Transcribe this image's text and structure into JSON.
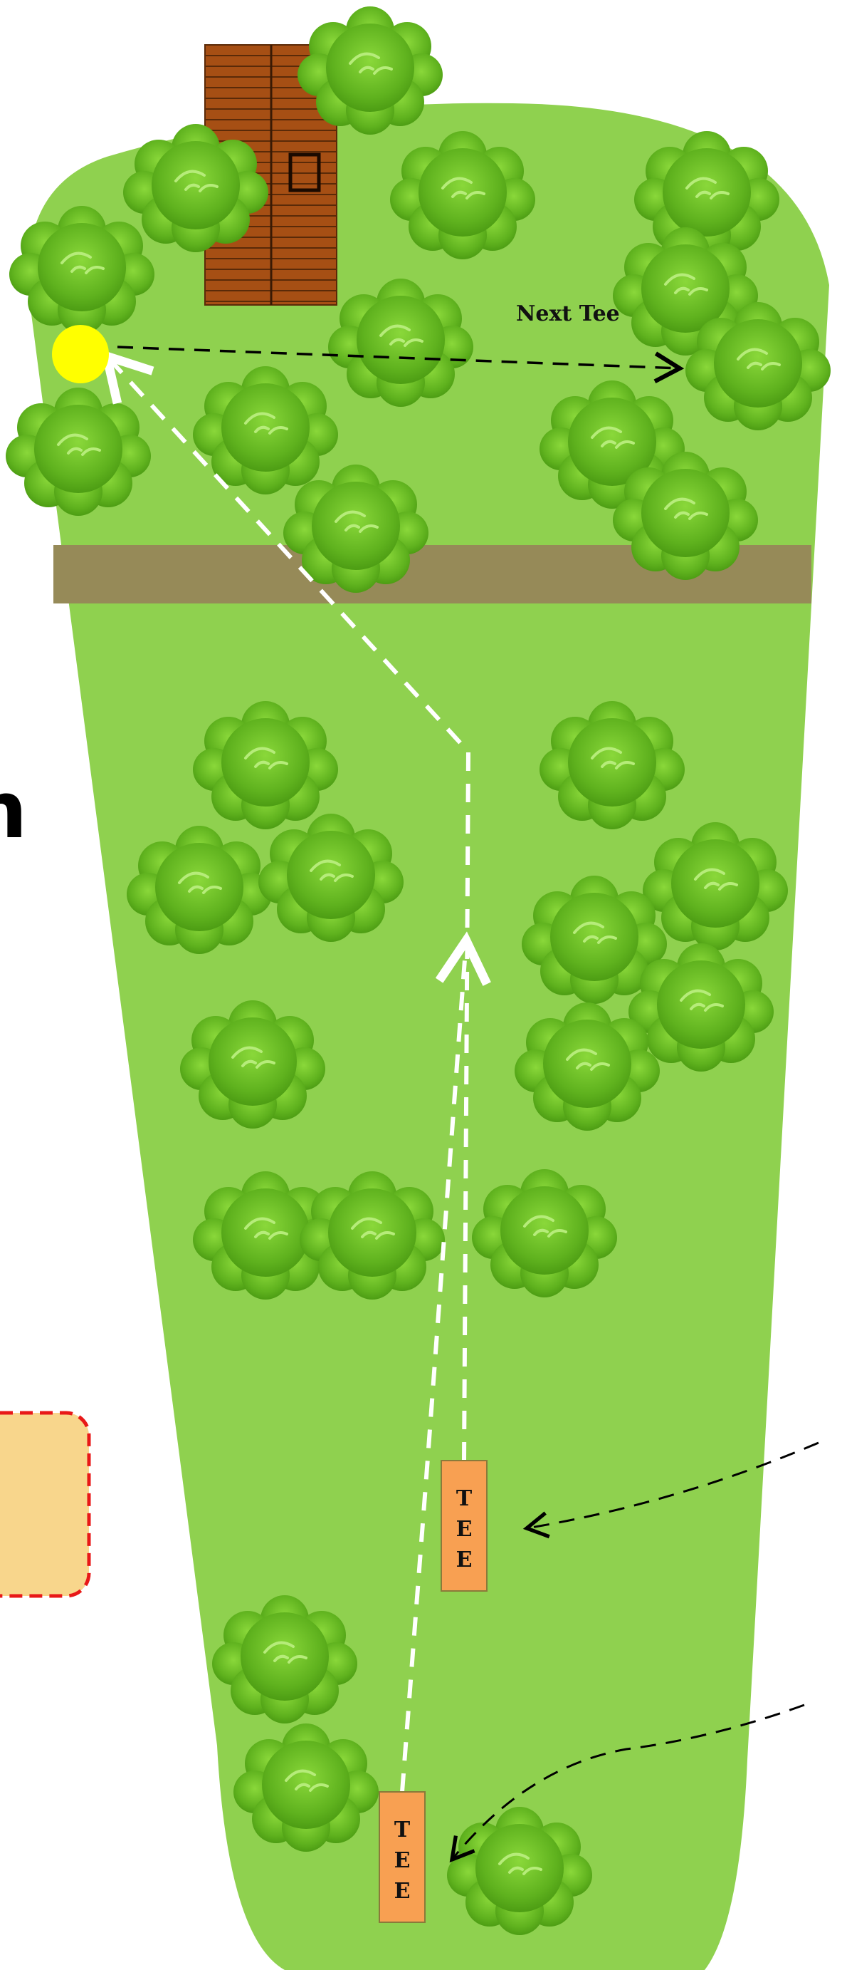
{
  "labels": {
    "next_tee": "Next Tee",
    "left_edge_fragment": "n"
  },
  "tees": [
    {
      "letters": [
        "T",
        "E",
        "E"
      ]
    },
    {
      "letters": [
        "T",
        "E",
        "E"
      ]
    }
  ],
  "colors": {
    "fairway": "#8fd14f",
    "cart_path": "#968a58",
    "bush_dark": "#4e9e15",
    "bush_mid": "#6cc22a",
    "bush_light": "#9be05a",
    "house_wood": "#a64f14",
    "house_line": "#5a2a08",
    "pin_flag": "#ffff00",
    "tee_box": "#f8a052",
    "callout_fill": "#f8d68c",
    "callout_border": "#e81818",
    "shot_path": "#ffffff",
    "pointer_arrow": "#000000"
  },
  "icons": [
    "bush-icon",
    "clubhouse-icon",
    "pin-icon",
    "tee-marker-icon"
  ]
}
